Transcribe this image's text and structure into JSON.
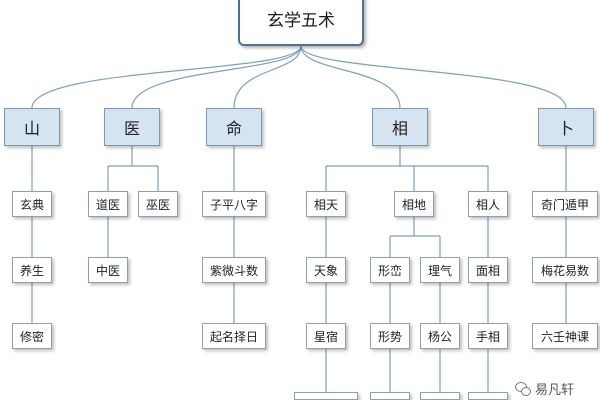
{
  "diagram": {
    "root": "玄学五术",
    "categories": [
      {
        "label": "山",
        "children": [
          {
            "label": "玄典"
          },
          {
            "label": "养生"
          },
          {
            "label": "修密"
          }
        ]
      },
      {
        "label": "医",
        "children": [
          {
            "label": "道医",
            "children": [
              {
                "label": "中医"
              }
            ]
          },
          {
            "label": "巫医"
          }
        ]
      },
      {
        "label": "命",
        "children": [
          {
            "label": "子平八字"
          },
          {
            "label": "紫微斗数"
          },
          {
            "label": "起名择日"
          }
        ]
      },
      {
        "label": "相",
        "children": [
          {
            "label": "相天",
            "children": [
              {
                "label": "天象"
              },
              {
                "label": "星宿"
              }
            ]
          },
          {
            "label": "相地",
            "children": [
              {
                "label": "形峦",
                "children": [
                  {
                    "label": "形势"
                  }
                ]
              },
              {
                "label": "理气",
                "children": [
                  {
                    "label": "杨公"
                  }
                ]
              }
            ]
          },
          {
            "label": "相人",
            "children": [
              {
                "label": "面相"
              },
              {
                "label": "手相"
              }
            ]
          }
        ]
      },
      {
        "label": "卜",
        "children": [
          {
            "label": "奇门遁甲"
          },
          {
            "label": "梅花易数"
          },
          {
            "label": "六壬神课"
          }
        ]
      }
    ]
  },
  "watermark": "易凡轩"
}
